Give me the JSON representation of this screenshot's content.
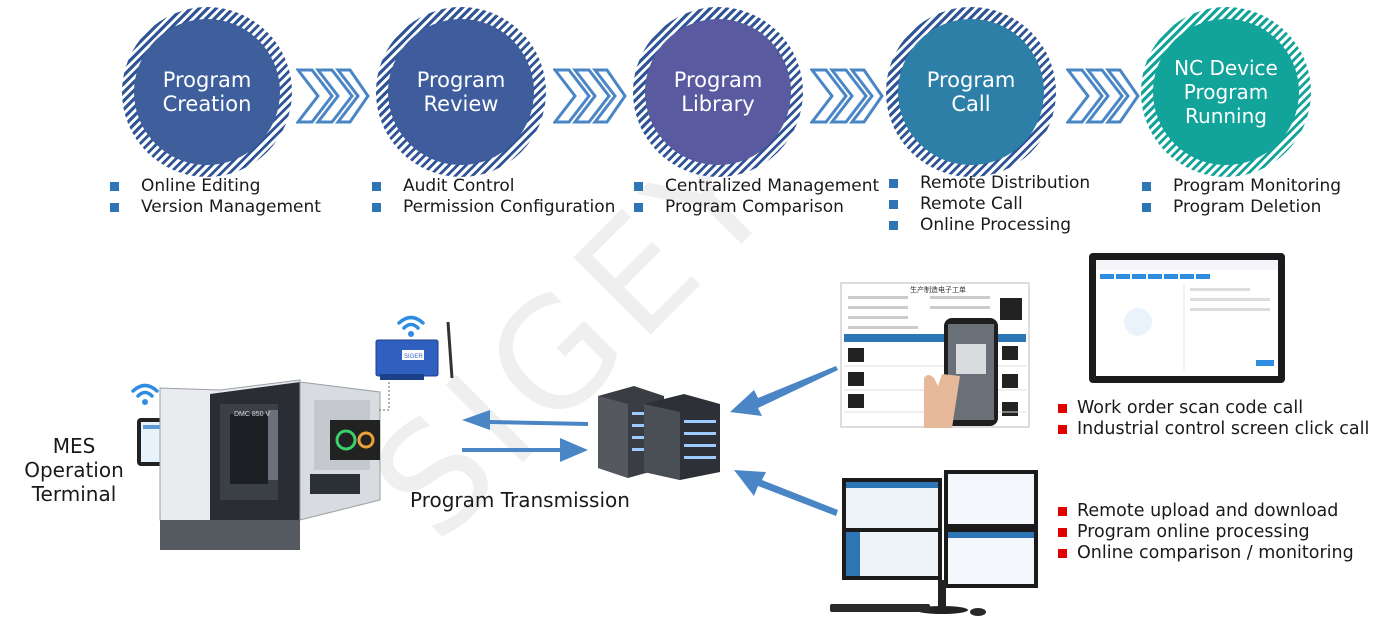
{
  "stages": [
    {
      "label": "Program\nCreation",
      "color": "#3e5f9c"
    },
    {
      "label": "Program\nReview",
      "color": "#3f5c9c"
    },
    {
      "label": "Program\nLibrary",
      "color": "#5a5aa0"
    },
    {
      "label": "Program\nCall",
      "color": "#2e7fa8"
    },
    {
      "label": "NC Device\nProgram\nRunning",
      "color": "#12a39a"
    }
  ],
  "features": [
    [
      "Online Editing",
      "Version Management"
    ],
    [
      "Audit Control",
      "Permission Configuration"
    ],
    [
      "Centralized Management",
      "Program Comparison"
    ],
    [
      "Remote Distribution",
      "Remote Call",
      "Online Processing"
    ],
    [
      "Program Monitoring",
      "Program Deletion"
    ]
  ],
  "mes_label": "MES\nOperation\nTerminal",
  "program_transmission": "Program Transmission",
  "call_methods": [
    "Work order scan code call",
    "Industrial control screen click call"
  ],
  "remote_features": [
    "Remote upload and download",
    "Program online processing",
    "Online comparison / monitoring"
  ],
  "watermark": "SIGEY",
  "work_order_title": "生产制造电子工单",
  "gateway_label": "SIGER",
  "machine_label": "DMC 850 V",
  "colors": {
    "arrow": "#4a86c5",
    "bullet_blue": "#2e75b6",
    "bullet_red": "#e00000"
  }
}
